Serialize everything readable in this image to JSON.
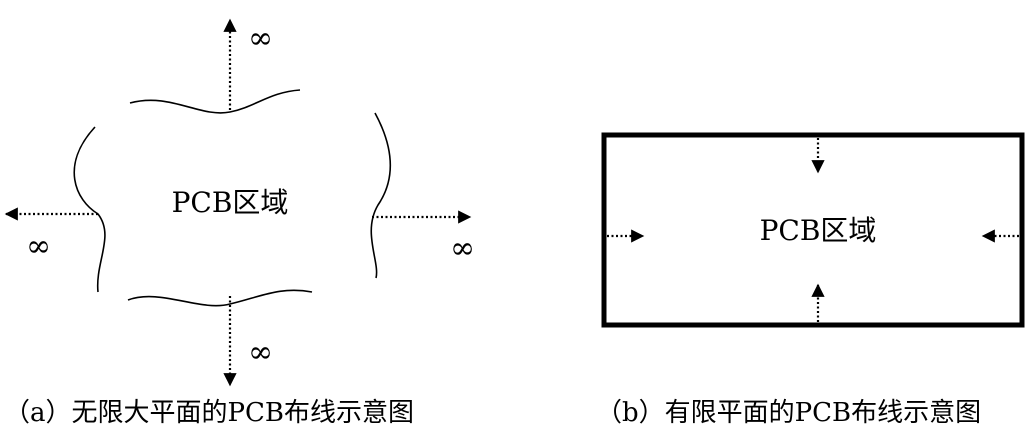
{
  "left_panel": {
    "region_label": "PCB区域",
    "infinity_top": "∞",
    "infinity_left": "∞",
    "infinity_right": "∞",
    "infinity_bottom": "∞",
    "caption": "（a）无限大平面的PCB布线示意图"
  },
  "right_panel": {
    "region_label": "PCB区域",
    "caption": "（b）有限平面的PCB布线示意图"
  },
  "colors": {
    "stroke": "#000000",
    "background": "#ffffff"
  }
}
